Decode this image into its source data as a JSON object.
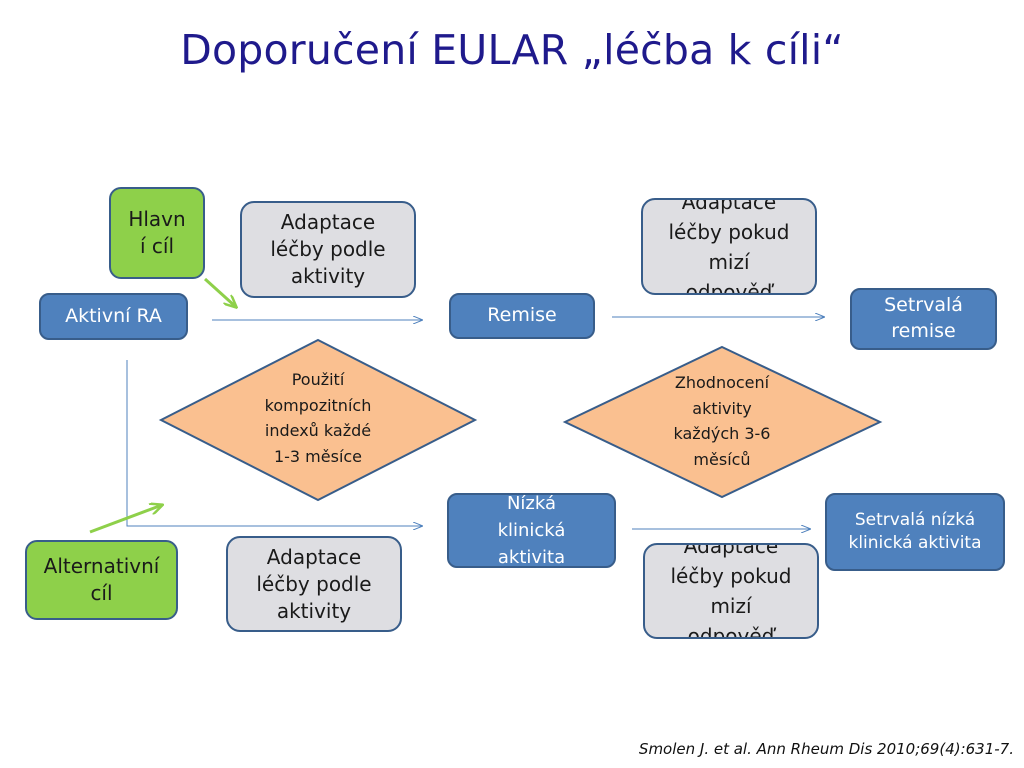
{
  "title": "Doporučení EULAR „léčba k cíli“",
  "nodes": {
    "hlavni_cil": "Hlavn\ní cíl",
    "alternativni_cil": "Alternativní\ncíl",
    "aktivni_ra": "Aktivní RA",
    "adaptace_top": "Adaptace\nléčby podle\naktivity",
    "adaptace_bottom": "Adaptace\nléčby podle\naktivity",
    "remise": "Remise",
    "nizka_aktivita": "Nízká\nklinická\naktivita",
    "adaptace_pokud_top": "Adaptace\nléčby  pokud\nmizí\nodpověď",
    "adaptace_pokud_bottom": "Adaptace\nléčby  pokud\nmizí\nodpověď",
    "setrvala_remise": "Setrvalá\nremise",
    "setrvala_nizka": "Setrvalá nízká\nklinická aktivita",
    "diamond_left": "Použití\nkompozitních\nindexů každé\n1-3 měsíce",
    "diamond_right": "Zhodnocení\naktivity\nkaždých 3-6\nměsíců"
  },
  "citation": "Smolen J. et al. Ann Rheum Dis 2010;69(4):631-7.",
  "colors": {
    "title": "#1f1a8c",
    "blue_fill": "#4f81bd",
    "border": "#385d8a",
    "gray_fill": "#dedee2",
    "green_fill": "#8ed04a",
    "diamond_fill": "#fac090",
    "arrow_blue": "#4f81bd",
    "arrow_green": "#8ed04a"
  }
}
